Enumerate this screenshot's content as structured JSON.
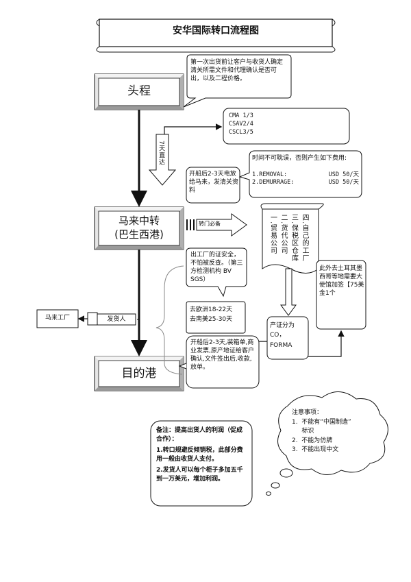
{
  "title": "安华国际转口流程图",
  "stages": {
    "origin": "头程",
    "transit": "马来中转\n(巴生西港)",
    "destination": "目的港"
  },
  "notes": {
    "pre_shipment": "第一次出货前让客户与收货人确定清关所需文件和代理确认是否可出，以及二程价格。",
    "carriers": "CMA 1/3\nCSAV2/4\nCSCL3/5",
    "transit_time": "7天直达",
    "after_sailing": "开船后2-3天电放给马来，发清关资料",
    "timing_fees": {
      "intro": "时间不可耽误，否则产生如下费用:",
      "removal_label": "1.REMOVAL:",
      "removal_fee": "USD 50/天",
      "demurrage_label": "2.DEMURRAGE:",
      "demurrage_fee": "USD 50/天"
    },
    "transfer_required": "转门必备",
    "transfer_docs": "四.自己的工厂\n三.保税区仓库\n二.货代公司\n一.贸易公司",
    "factory_cert": "出工厂的证安全，不怕被反查。（第三方检测机构 BV SGS）",
    "routes": "去欧洲18-22天\n去南美25-30天",
    "certificate_types": "产证分为CO，FORMA",
    "embassy": "此外去土耳其墨西哥等地需要大使馆加签【75美金1个",
    "post_sailing_docs": "开船后2-3天,装箱单,商业发票,原产地证给客户确认,文件签出后,收款,放单。"
  },
  "flow_labels": {
    "malaysia_factory": "马来工厂",
    "shipper": "发货人"
  },
  "remarks": {
    "header": "备注：提高出货人的利润（促成合作）：",
    "item1": "1.转口规避反倾销税，此部分费用一般由收货人支付。",
    "item2": "2.发货人可以每个柜子多加五千到一万美元，增加利润。"
  },
  "attention": {
    "header": "注意事项：",
    "items": [
      "1.  不能有“中国制造”\n     标识",
      "2.  不能为仿牌",
      "3.  不能出现中文"
    ]
  },
  "colors": {
    "stroke": "#111111",
    "bevel_light": "#d9d9d9",
    "bevel_dark": "#8a8a8a"
  }
}
